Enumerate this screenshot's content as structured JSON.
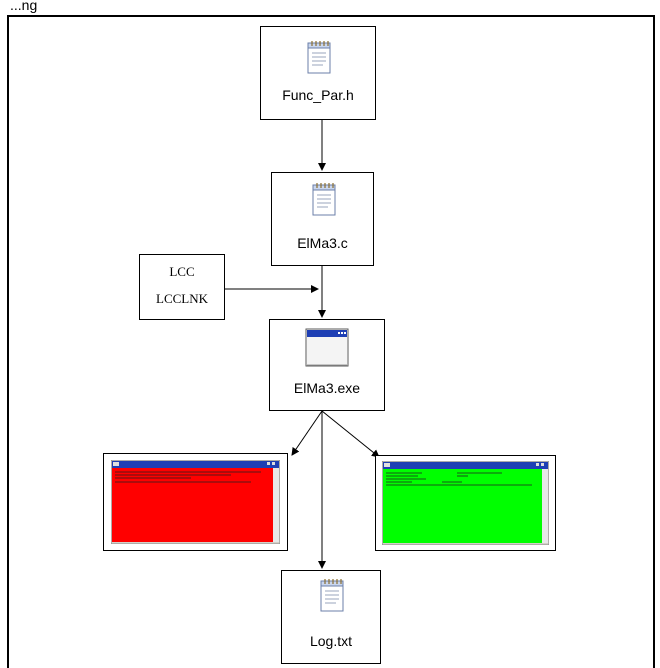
{
  "caption": "...ng",
  "nodes": {
    "func_par": {
      "label": "Func_Par.h",
      "icon": "notepad-file-icon"
    },
    "elma3_c": {
      "label": "ElMa3.c",
      "icon": "notepad-file-icon"
    },
    "compiler": {
      "line1": "LCC",
      "line2": "LCCLNK"
    },
    "elma3_exe": {
      "label": "ElMa3.exe",
      "icon": "application-window-icon"
    },
    "log": {
      "label": "Log.txt",
      "icon": "notepad-file-icon"
    }
  },
  "consoles": {
    "error_console": {
      "bg_color": "#ff0000",
      "icon": "console-window-screenshot"
    },
    "success_console": {
      "bg_color": "#00ff00",
      "icon": "console-window-screenshot"
    }
  },
  "colors": {
    "line": "#000000",
    "titlebar": "#1e3fb4"
  }
}
